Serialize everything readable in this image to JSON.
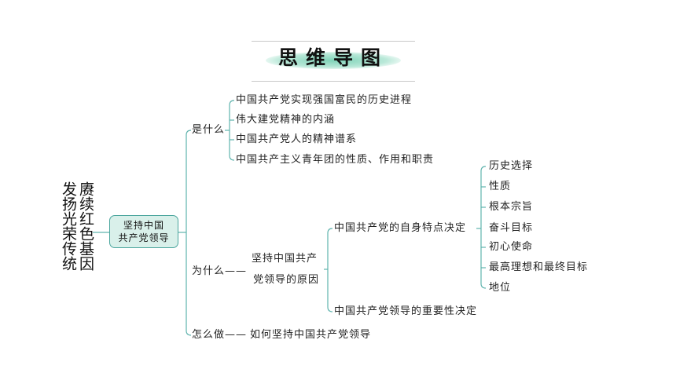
{
  "title": "思维导图",
  "side_title": [
    "发扬光荣传统",
    "赓续红色基因"
  ],
  "central": [
    "坚持中国",
    "共产党领导"
  ],
  "branches": {
    "shi_shenme": {
      "label": "是什么",
      "items": [
        "中国共产党实现强国富民的历史进程",
        "伟大建党精神的内涵",
        "中国共产党人的精神谱系",
        "中国共产主义青年团的性质、作用和职责"
      ]
    },
    "wei_shenme": {
      "label": "为什么——",
      "reason": [
        "坚持中国共产",
        "党领导的原因"
      ],
      "self": {
        "label": "中国共产党的自身特点决定",
        "items": [
          "历史选择",
          "性质",
          "根本宗旨",
          "奋斗目标",
          "初心使命",
          "最高理想和最终目标",
          "地位"
        ]
      },
      "importance": "中国共产党领导的重要性决定"
    },
    "zenme_zuo": {
      "label": "怎么做——",
      "item": "如何坚持中国共产党领导"
    }
  }
}
